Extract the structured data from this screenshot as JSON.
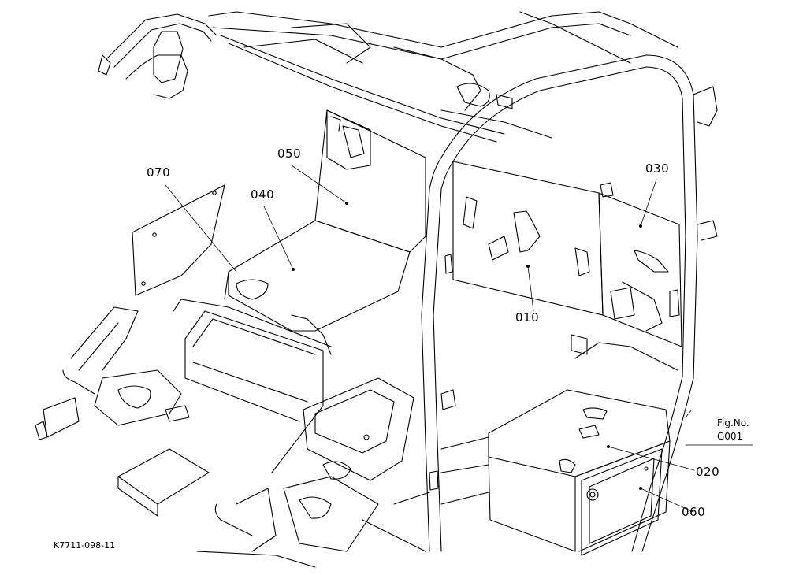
{
  "callouts": {
    "p010": "010",
    "p020": "020",
    "p030": "030",
    "p040": "040",
    "p050": "050",
    "p060": "060",
    "p070": "070"
  },
  "figure": {
    "label": "Fig.No.",
    "number": "G001"
  },
  "drawing_code": "K7711-098-11"
}
